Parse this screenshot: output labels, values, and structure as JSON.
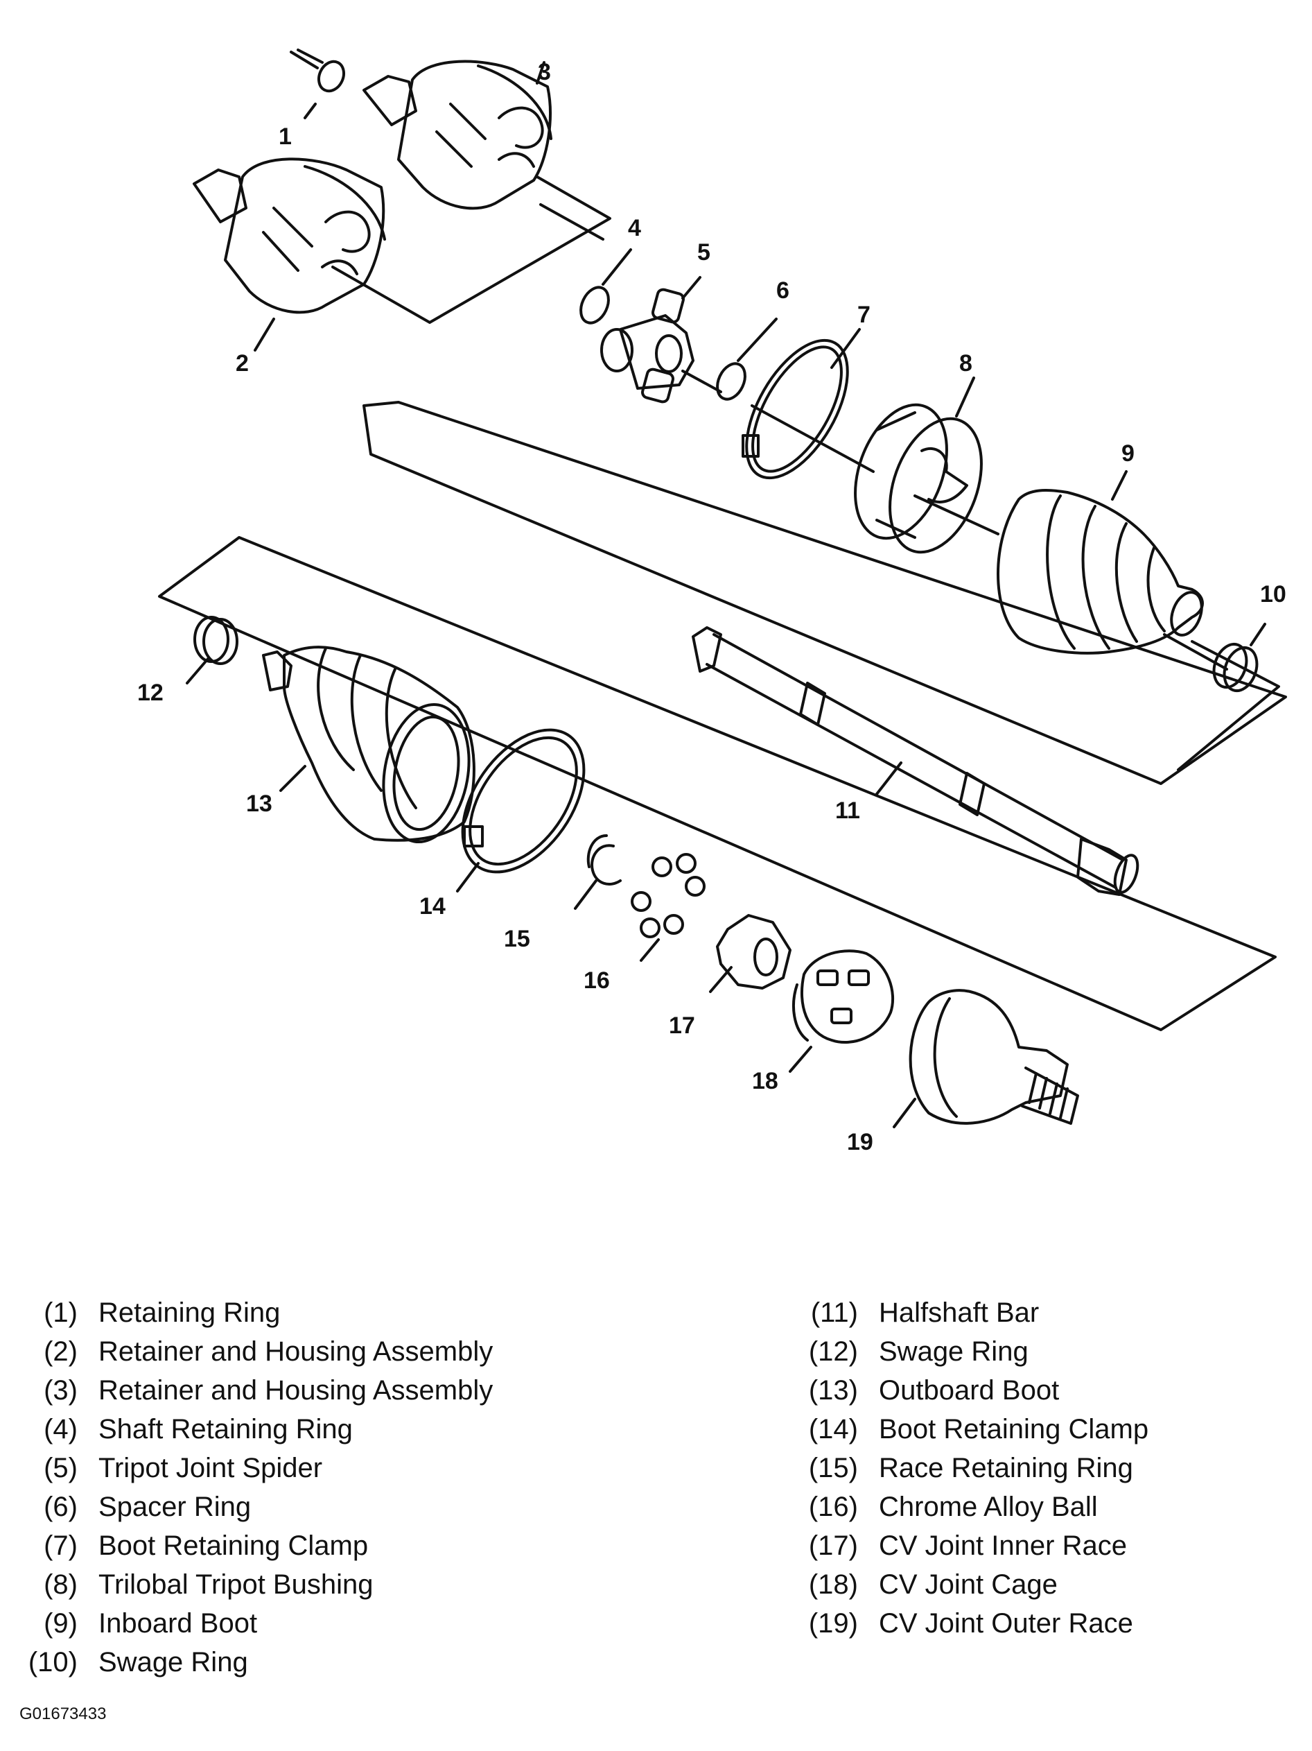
{
  "callouts": [
    "1",
    "2",
    "3",
    "4",
    "5",
    "6",
    "7",
    "8",
    "9",
    "10",
    "11",
    "12",
    "13",
    "14",
    "15",
    "16",
    "17",
    "18",
    "19"
  ],
  "legend_left": [
    {
      "num": "(1)",
      "label": "Retaining Ring"
    },
    {
      "num": "(2)",
      "label": "Retainer and Housing Assembly"
    },
    {
      "num": "(3)",
      "label": "Retainer and Housing Assembly"
    },
    {
      "num": "(4)",
      "label": "Shaft Retaining Ring"
    },
    {
      "num": "(5)",
      "label": "Tripot Joint Spider"
    },
    {
      "num": "(6)",
      "label": "Spacer Ring"
    },
    {
      "num": "(7)",
      "label": "Boot Retaining Clamp"
    },
    {
      "num": "(8)",
      "label": "Trilobal Tripot Bushing"
    },
    {
      "num": "(9)",
      "label": "Inboard Boot"
    },
    {
      "num": "(10)",
      "label": "Swage Ring"
    }
  ],
  "legend_right": [
    {
      "num": "(11)",
      "label": "Halfshaft Bar"
    },
    {
      "num": "(12)",
      "label": "Swage Ring"
    },
    {
      "num": "(13)",
      "label": "Outboard Boot"
    },
    {
      "num": "(14)",
      "label": "Boot Retaining Clamp"
    },
    {
      "num": "(15)",
      "label": "Race Retaining Ring"
    },
    {
      "num": "(16)",
      "label": "Chrome Alloy Ball"
    },
    {
      "num": "(17)",
      "label": "CV Joint Inner Race"
    },
    {
      "num": "(18)",
      "label": "CV Joint Cage"
    },
    {
      "num": "(19)",
      "label": "CV Joint Outer Race"
    }
  ],
  "figure_id": "G01673433"
}
